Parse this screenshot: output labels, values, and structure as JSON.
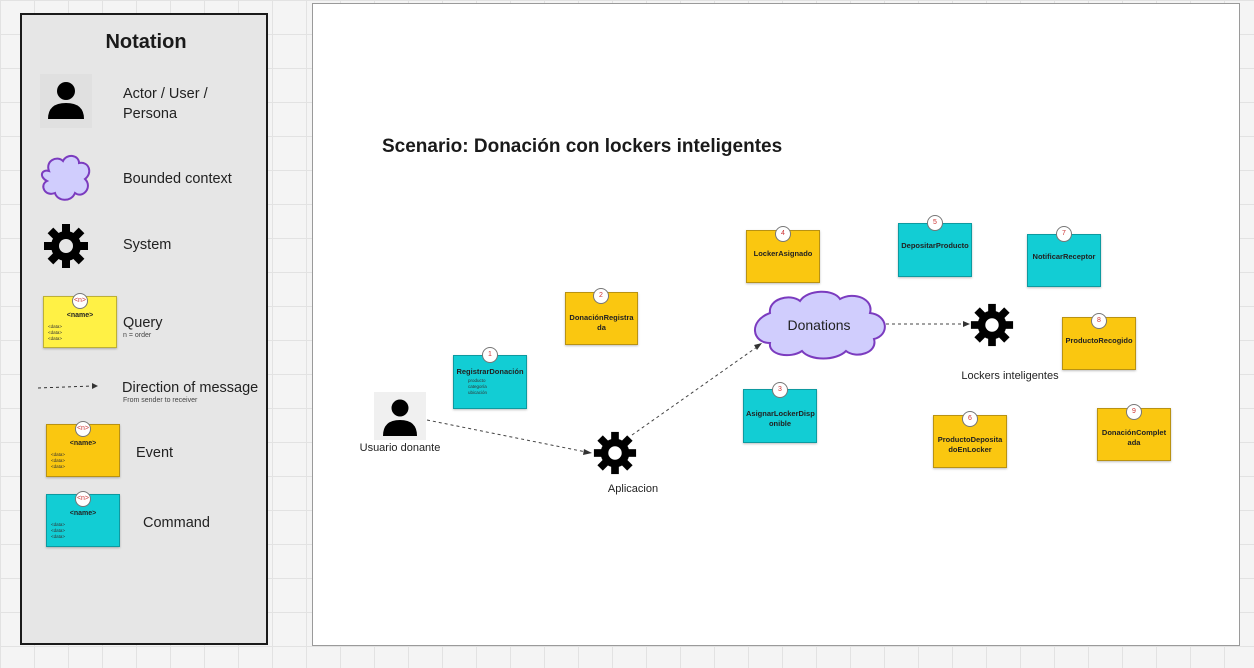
{
  "notation": {
    "title": "Notation",
    "items": [
      {
        "label_line1": "Actor / User /",
        "label_line2": "Persona"
      },
      {
        "label": "Bounded context"
      },
      {
        "label": "System"
      },
      {
        "label": "Query",
        "sub": "n = order",
        "card_badge": "<n>",
        "card_name": "<name>",
        "card_lines": [
          "<data>",
          "<data>",
          "<data>"
        ]
      },
      {
        "label": "Direction of message",
        "sub": "From sender to receiver"
      },
      {
        "label": "Event",
        "card_badge": "<n>",
        "card_name": "<name>",
        "card_lines": [
          "<data>",
          "<data>",
          "<data>"
        ]
      },
      {
        "label": "Command",
        "card_badge": "<n>",
        "card_name": "<name>",
        "card_lines": [
          "<data>",
          "<data>",
          "<data>"
        ]
      }
    ]
  },
  "scenario": {
    "title": "Scenario: Donación con lockers inteligentes",
    "actor_label": "Usuario donante",
    "app_label": "Aplicacion",
    "context_label": "Donations",
    "lockers_label": "Lockers inteligentes",
    "notes": [
      {
        "n": "1",
        "type": "command",
        "name": "RegistrarDonación",
        "lines": [
          "producto",
          "categoría",
          "ubicación"
        ]
      },
      {
        "n": "2",
        "type": "event",
        "name_line1": "DonaciónRegistra",
        "name_line2": "da"
      },
      {
        "n": "3",
        "type": "command",
        "name_line1": "AsignarLockerDisp",
        "name_line2": "onible"
      },
      {
        "n": "4",
        "type": "event",
        "name": "LockerAsignado"
      },
      {
        "n": "5",
        "type": "command",
        "name": "DepositarProducto"
      },
      {
        "n": "6",
        "type": "event",
        "name_line1": "ProductoDeposita",
        "name_line2": "doEnLocker"
      },
      {
        "n": "7",
        "type": "command",
        "name": "NotificarReceptor"
      },
      {
        "n": "8",
        "type": "event",
        "name": "ProductoRecogido"
      },
      {
        "n": "9",
        "type": "event",
        "name_line1": "DonaciónComplet",
        "name_line2": "ada"
      }
    ]
  },
  "colors": {
    "query": "#fff145",
    "event": "#fac710",
    "command": "#12cdd4",
    "bounded_context": "#d0cdfd",
    "bounded_context_border": "#7b3bbf"
  }
}
